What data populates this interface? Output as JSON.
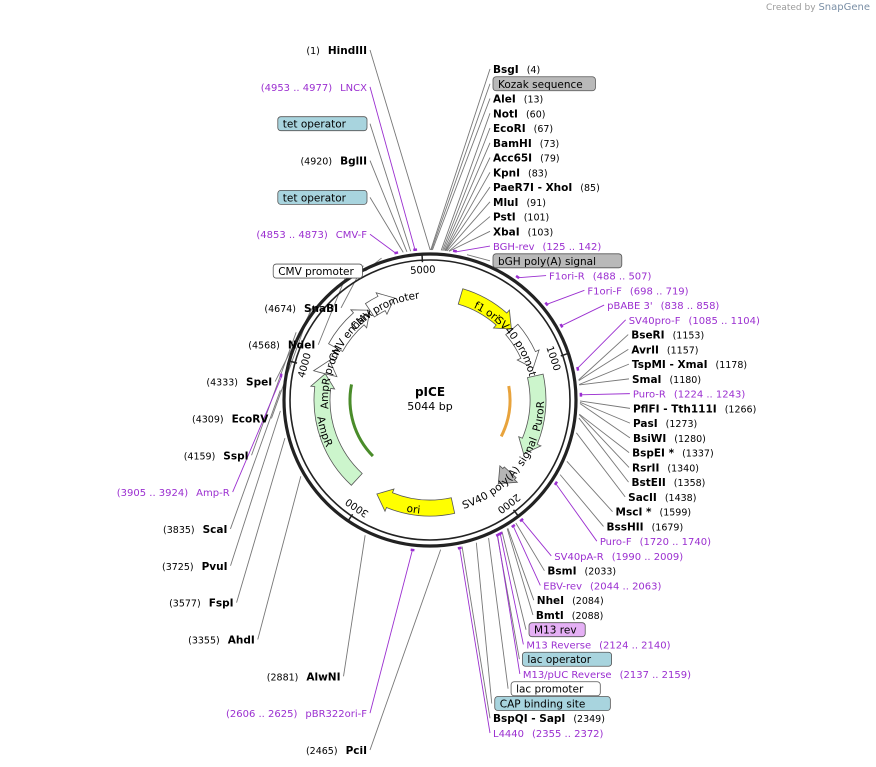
{
  "credit": {
    "prefix": "Created by",
    "brand": "SnapGene"
  },
  "plasmid": {
    "name": "pICE",
    "size": "5044 bp",
    "length": 5044
  },
  "ticks": [
    {
      "bp": 1000,
      "label": "1000"
    },
    {
      "bp": 2000,
      "label": "2000"
    },
    {
      "bp": 3000,
      "label": "3000"
    },
    {
      "bp": 4000,
      "label": "4000"
    },
    {
      "bp": 5000,
      "label": "5000"
    }
  ],
  "labels": [
    {
      "kind": "site",
      "name": "HindIII",
      "pos": "(1)",
      "bp": 1,
      "side": "L"
    },
    {
      "kind": "site",
      "name": "BsgI",
      "pos": "(4)",
      "bp": 4,
      "side": "R"
    },
    {
      "kind": "box",
      "name": "Kozak sequence",
      "style": "grey",
      "bp": 8,
      "side": "R"
    },
    {
      "kind": "site",
      "name": "AleI",
      "pos": "(13)",
      "bp": 13,
      "side": "R"
    },
    {
      "kind": "site",
      "name": "NotI",
      "pos": "(60)",
      "bp": 60,
      "side": "R"
    },
    {
      "kind": "site",
      "name": "EcoRI",
      "pos": "(67)",
      "bp": 67,
      "side": "R"
    },
    {
      "kind": "site",
      "name": "BamHI",
      "pos": "(73)",
      "bp": 73,
      "side": "R"
    },
    {
      "kind": "site",
      "name": "Acc65I",
      "pos": "(79)",
      "bp": 79,
      "side": "R"
    },
    {
      "kind": "site",
      "name": "KpnI",
      "pos": "(83)",
      "bp": 83,
      "side": "R"
    },
    {
      "kind": "site",
      "name": "PaeR7I - XhoI",
      "pos": "(85)",
      "bp": 85,
      "side": "R"
    },
    {
      "kind": "site",
      "name": "MluI",
      "pos": "(91)",
      "bp": 91,
      "side": "R"
    },
    {
      "kind": "site",
      "name": "PstI",
      "pos": "(101)",
      "bp": 101,
      "side": "R"
    },
    {
      "kind": "site",
      "name": "XbaI",
      "pos": "(103)",
      "bp": 103,
      "side": "R"
    },
    {
      "kind": "primer",
      "name": "BGH-rev",
      "pos": "(125 .. 142)",
      "bp": 133,
      "side": "R"
    },
    {
      "kind": "box",
      "name": "bGH poly(A) signal",
      "style": "grey",
      "bp": 200,
      "side": "R"
    },
    {
      "kind": "primer",
      "name": "F1ori-R",
      "pos": "(488 .. 507)",
      "bp": 497,
      "side": "R"
    },
    {
      "kind": "primer",
      "name": "F1ori-F",
      "pos": "(698 .. 719)",
      "bp": 708,
      "side": "R"
    },
    {
      "kind": "primer",
      "name": "pBABE 3'",
      "pos": "(838 .. 858)",
      "bp": 848,
      "side": "R"
    },
    {
      "kind": "primer",
      "name": "SV40pro-F",
      "pos": "(1085 .. 1104)",
      "bp": 1094,
      "side": "R"
    },
    {
      "kind": "site",
      "name": "BseRI",
      "pos": "(1153)",
      "bp": 1153,
      "side": "R"
    },
    {
      "kind": "site",
      "name": "AvrII",
      "pos": "(1157)",
      "bp": 1157,
      "side": "R"
    },
    {
      "kind": "site",
      "name": "TspMI - XmaI",
      "pos": "(1178)",
      "bp": 1178,
      "side": "R"
    },
    {
      "kind": "site",
      "name": "SmaI",
      "pos": "(1180)",
      "bp": 1180,
      "side": "R"
    },
    {
      "kind": "primer",
      "name": "Puro-R",
      "pos": "(1224 .. 1243)",
      "bp": 1233,
      "side": "R"
    },
    {
      "kind": "site",
      "name": "PflFI - Tth111I",
      "pos": "(1266)",
      "bp": 1266,
      "side": "R"
    },
    {
      "kind": "site",
      "name": "PasI",
      "pos": "(1273)",
      "bp": 1273,
      "side": "R"
    },
    {
      "kind": "site",
      "name": "BsiWI",
      "pos": "(1280)",
      "bp": 1280,
      "side": "R"
    },
    {
      "kind": "site",
      "name": "BspEI *",
      "pos": "(1337)",
      "bp": 1337,
      "side": "R"
    },
    {
      "kind": "site",
      "name": "RsrII",
      "pos": "(1340)",
      "bp": 1340,
      "side": "R"
    },
    {
      "kind": "site",
      "name": "BstEII",
      "pos": "(1358)",
      "bp": 1358,
      "side": "R"
    },
    {
      "kind": "site",
      "name": "SacII",
      "pos": "(1438)",
      "bp": 1438,
      "side": "R"
    },
    {
      "kind": "site",
      "name": "MscI *",
      "pos": "(1599)",
      "bp": 1599,
      "side": "R"
    },
    {
      "kind": "site",
      "name": "BssHII",
      "pos": "(1679)",
      "bp": 1679,
      "side": "R"
    },
    {
      "kind": "primer",
      "name": "Puro-F",
      "pos": "(1720 .. 1740)",
      "bp": 1730,
      "side": "R"
    },
    {
      "kind": "primer",
      "name": "SV40pA-R",
      "pos": "(1990 .. 2009)",
      "bp": 1999,
      "side": "R"
    },
    {
      "kind": "site",
      "name": "BsmI",
      "pos": "(2033)",
      "bp": 2033,
      "side": "R"
    },
    {
      "kind": "primer",
      "name": "EBV-rev",
      "pos": "(2044 .. 2063)",
      "bp": 2053,
      "side": "R"
    },
    {
      "kind": "site",
      "name": "NheI",
      "pos": "(2084)",
      "bp": 2084,
      "side": "R"
    },
    {
      "kind": "site",
      "name": "BmtI",
      "pos": "(2088)",
      "bp": 2088,
      "side": "R"
    },
    {
      "kind": "box",
      "name": "M13 rev",
      "style": "purple",
      "bp": 2120,
      "side": "R"
    },
    {
      "kind": "primer",
      "name": "M13 Reverse",
      "pos": "(2124 .. 2140)",
      "bp": 2132,
      "side": "R"
    },
    {
      "kind": "box",
      "name": "lac operator",
      "style": "teal",
      "bp": 2150,
      "side": "R"
    },
    {
      "kind": "primer",
      "name": "M13/pUC Reverse",
      "pos": "(2137 .. 2159)",
      "bp": 2148,
      "side": "R"
    },
    {
      "kind": "box",
      "name": "lac promoter",
      "style": "white",
      "bp": 2200,
      "side": "R"
    },
    {
      "kind": "box",
      "name": "CAP binding site",
      "style": "teal",
      "bp": 2270,
      "side": "R"
    },
    {
      "kind": "site",
      "name": "BspQI - SapI",
      "pos": "(2349)",
      "bp": 2349,
      "side": "R"
    },
    {
      "kind": "primer",
      "name": "L4440",
      "pos": "(2355 .. 2372)",
      "bp": 2363,
      "side": "R"
    },
    {
      "kind": "site",
      "name": "PciI",
      "pos": "(2465)",
      "bp": 2465,
      "side": "L"
    },
    {
      "kind": "primer",
      "name": "pBR322ori-F",
      "pos": "(2606 .. 2625)",
      "bp": 2615,
      "side": "L"
    },
    {
      "kind": "site",
      "name": "AlwNI",
      "pos": "(2881)",
      "bp": 2881,
      "side": "L"
    },
    {
      "kind": "site",
      "name": "AhdI",
      "pos": "(3355)",
      "bp": 3355,
      "side": "L"
    },
    {
      "kind": "site",
      "name": "FspI",
      "pos": "(3577)",
      "bp": 3577,
      "side": "L"
    },
    {
      "kind": "site",
      "name": "PvuI",
      "pos": "(3725)",
      "bp": 3725,
      "side": "L"
    },
    {
      "kind": "site",
      "name": "ScaI",
      "pos": "(3835)",
      "bp": 3835,
      "side": "L"
    },
    {
      "kind": "primer",
      "name": "Amp-R",
      "pos": "(3905 .. 3924)",
      "bp": 3914,
      "side": "L"
    },
    {
      "kind": "site",
      "name": "SspI",
      "pos": "(4159)",
      "bp": 4159,
      "side": "L"
    },
    {
      "kind": "site",
      "name": "EcoRV",
      "pos": "(4309)",
      "bp": 4309,
      "side": "L"
    },
    {
      "kind": "site",
      "name": "SpeI",
      "pos": "(4333)",
      "bp": 4333,
      "side": "L"
    },
    {
      "kind": "site",
      "name": "NdeI",
      "pos": "(4568)",
      "bp": 4568,
      "side": "L"
    },
    {
      "kind": "site",
      "name": "SnaBI",
      "pos": "(4674)",
      "bp": 4674,
      "side": "L"
    },
    {
      "kind": "box",
      "name": "CMV promoter",
      "style": "white",
      "bp": 4780,
      "side": "L"
    },
    {
      "kind": "primer",
      "name": "CMV-F",
      "pos": "(4853 .. 4873)",
      "bp": 4863,
      "side": "L"
    },
    {
      "kind": "box",
      "name": "tet operator",
      "style": "teal",
      "bp": 4900,
      "side": "L"
    },
    {
      "kind": "site",
      "name": "BglII",
      "pos": "(4920)",
      "bp": 4920,
      "side": "L"
    },
    {
      "kind": "box",
      "name": "tet operator",
      "style": "teal",
      "bp": 4940,
      "side": "L"
    },
    {
      "kind": "primer",
      "name": "LNCX",
      "pos": "(4953 .. 4977)",
      "bp": 4965,
      "side": "L"
    }
  ],
  "features": [
    {
      "name": "f1 ori",
      "start": 230,
      "end": 685,
      "type": "origin",
      "color": "#ffff00"
    },
    {
      "name": "SV40 promoter",
      "start": 690,
      "end": 1020,
      "type": "promoter",
      "color": "#ffffff"
    },
    {
      "name": "PuroR",
      "start": 1080,
      "end": 1680,
      "type": "gene",
      "color": "#ccf5cc"
    },
    {
      "name": "SV40 poly(A) signal",
      "start": 1850,
      "end": 1972,
      "type": "terminator",
      "color": "#b5b5b5"
    },
    {
      "name": "ori",
      "start": 2350,
      "end": 2935,
      "type": "origin",
      "color": "#ffff00"
    },
    {
      "name": "AmpR",
      "start": 3120,
      "end": 3980,
      "type": "gene",
      "color": "#ccf5cc"
    },
    {
      "name": "AmpR promoter",
      "start": 3980,
      "end": 4085,
      "type": "promoter",
      "color": "#ffffff"
    },
    {
      "name": "CMV enhancer",
      "start": 4190,
      "end": 4570,
      "type": "enhancer",
      "color": "#ffffff"
    },
    {
      "name": "CMV promoter",
      "start": 4570,
      "end": 4775,
      "type": "promoter",
      "color": "#ffffff"
    }
  ],
  "colors": {
    "primer": "#9b2fd0",
    "teal_box": "#a8d4de",
    "grey_box": "#b9b9b9",
    "purple_box": "#e5b0f5",
    "puro_arc": "#e8a33c",
    "amp_arc": "#4a8c2a"
  }
}
